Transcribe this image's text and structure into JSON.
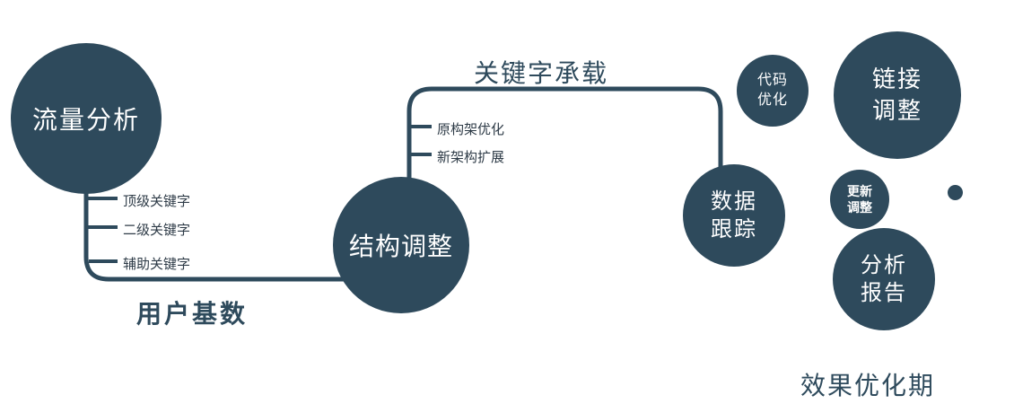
{
  "colors": {
    "primary": "#2e4a5c",
    "text_dark": "#2e3b47",
    "node_text": "#ffffff",
    "background": "#ffffff"
  },
  "nodes": {
    "traffic": {
      "lines": [
        "流量分析"
      ]
    },
    "structure": {
      "lines": [
        "结构调整"
      ]
    },
    "tracking": {
      "lines": [
        "数据",
        "跟踪"
      ]
    },
    "code": {
      "lines": [
        "代码",
        "优化"
      ]
    },
    "link": {
      "lines": [
        "链接",
        "调整"
      ]
    },
    "update": {
      "lines": [
        "更新",
        "调整"
      ]
    },
    "report": {
      "lines": [
        "分析",
        "报告"
      ]
    }
  },
  "edge_labels": {
    "keyword_carry": "关键字承载",
    "user_base": "用户基数"
  },
  "ticks": {
    "left": [
      "顶级关键字",
      "二级关键字",
      "辅助关键字"
    ],
    "mid": [
      "原构架优化",
      "新架构扩展"
    ]
  },
  "footer": "效果优化期"
}
